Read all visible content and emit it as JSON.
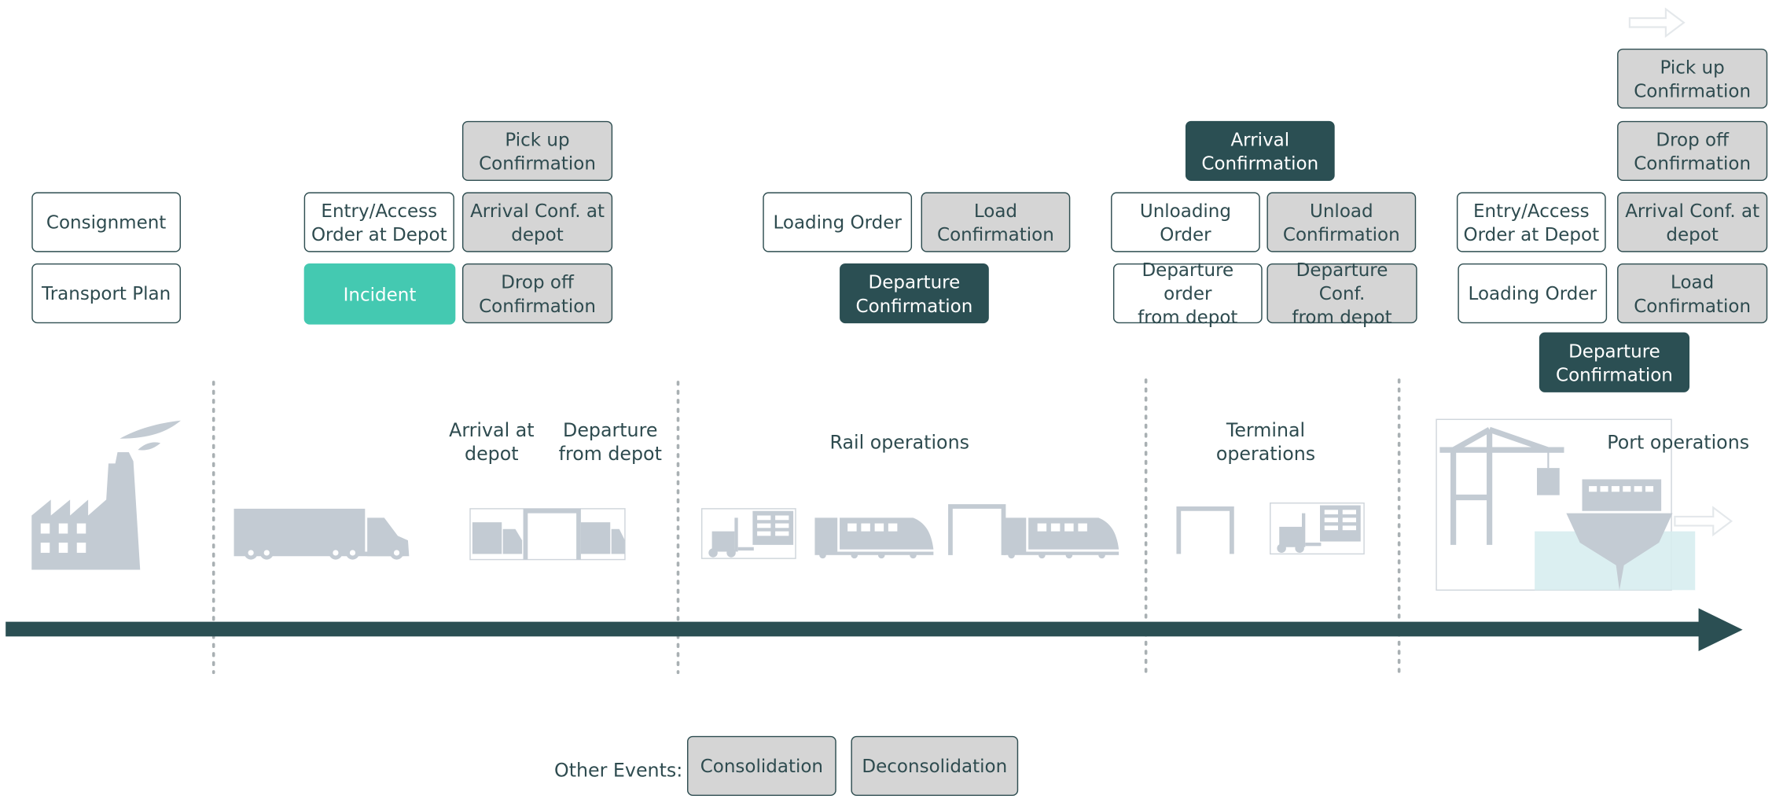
{
  "colors": {
    "accent_dark": "#2b4f53",
    "incident_teal": "#44c9b1",
    "neutral_gray": "#d5d5d5",
    "icon_gray": "#c3cbd3"
  },
  "icons": [
    "factory-icon",
    "truck-icon",
    "depot-icon",
    "forklift-icon",
    "train-icon",
    "crane-icon",
    "ship-icon",
    "arrow-icon"
  ],
  "boxes": {
    "consignment": "Consignment",
    "transport_plan": "Transport Plan",
    "depot1_entry": "Entry/Access\nOrder at Depot",
    "depot1_incident": "Incident",
    "depot1_pickup": "Pick up\nConfirmation",
    "depot1_arrival_conf": "Arrival Conf. at\ndepot",
    "depot1_dropoff": "Drop off\nConfirmation",
    "rail_loading_order": "Loading Order",
    "rail_load_conf": "Load\nConfirmation",
    "rail_departure_conf": "Departure\nConfirmation",
    "term_arrival_conf": "Arrival\nConfirmation",
    "term_unloading_order": "Unloading\nOrder",
    "term_unload_conf": "Unload\nConfirmation",
    "term_departure_order": "Departure order\nfrom depot",
    "term_departure_conf": "Departure Conf.\nfrom depot",
    "port_pickup": "Pick up\nConfirmation",
    "port_dropoff": "Drop off\nConfirmation",
    "port_entry": "Entry/Access\nOrder at Depot",
    "port_arrival_conf": "Arrival Conf. at\ndepot",
    "port_loading_order": "Loading Order",
    "port_load_conf": "Load\nConfirmation",
    "port_departure_conf": "Departure\nConfirmation"
  },
  "stages": {
    "arrival_at_depot": "Arrival at\ndepot",
    "departure_from_depot": "Departure\nfrom depot",
    "rail_operations": "Rail operations",
    "terminal_operations": "Terminal\noperations",
    "port_operations": "Port operations"
  },
  "other_events": {
    "label": "Other Events:",
    "consolidation": "Consolidation",
    "deconsolidation": "Deconsolidation"
  }
}
